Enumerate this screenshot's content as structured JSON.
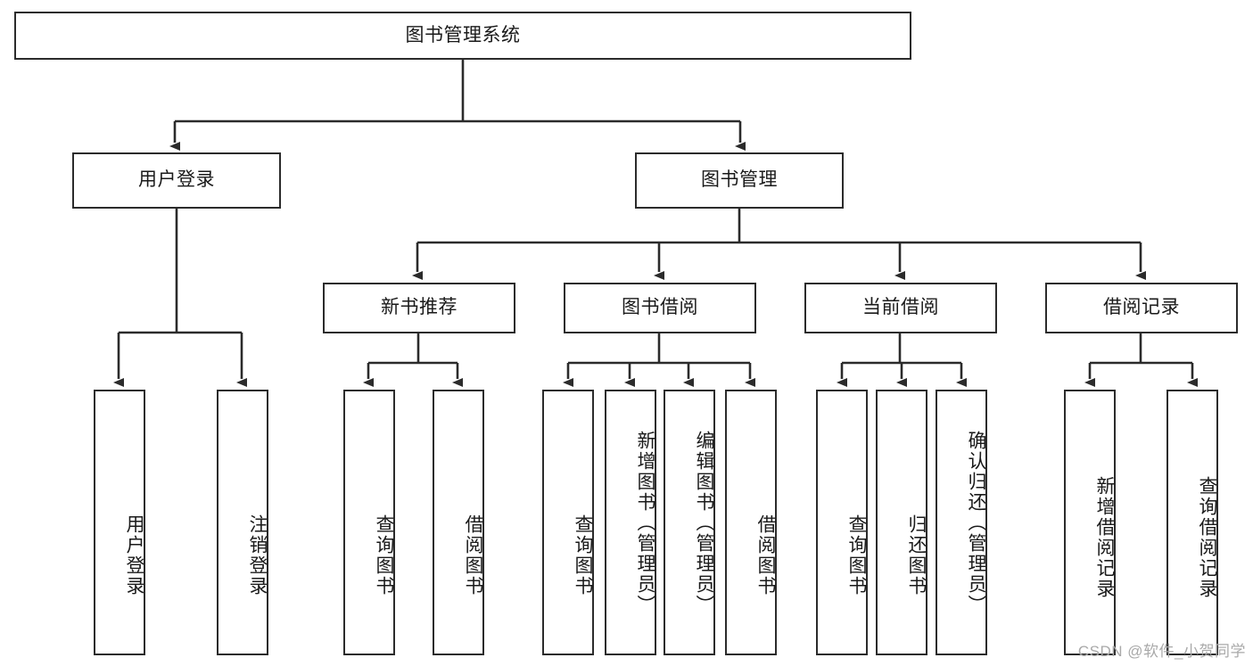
{
  "diagram": {
    "title_node": {
      "label": "图书管理系统"
    },
    "level2": [
      {
        "key": "user-login",
        "label": "用户登录"
      },
      {
        "key": "book-management",
        "label": "图书管理"
      }
    ],
    "level3": [
      {
        "key": "new-book-recommend",
        "label": "新书推荐"
      },
      {
        "key": "book-borrow",
        "label": "图书借阅"
      },
      {
        "key": "current-borrow",
        "label": "当前借阅"
      },
      {
        "key": "borrow-record",
        "label": "借阅记录"
      }
    ],
    "leaves": {
      "user_login": [
        {
          "key": "leaf-user-login",
          "label": "用户登录"
        },
        {
          "key": "leaf-logout-login",
          "label": "注销登录"
        }
      ],
      "new_book_recommend": [
        {
          "key": "leaf-query-book-1",
          "label": "查询图书"
        },
        {
          "key": "leaf-borrow-book-1",
          "label": "借阅图书"
        }
      ],
      "book_borrow": [
        {
          "key": "leaf-query-book-2",
          "label": "查询图书"
        },
        {
          "key": "leaf-add-book",
          "label": "新增图书（管理员）"
        },
        {
          "key": "leaf-edit-book",
          "label": "编辑图书（管理员）"
        },
        {
          "key": "leaf-borrow-book-2",
          "label": "借阅图书"
        }
      ],
      "current_borrow": [
        {
          "key": "leaf-query-book-3",
          "label": "查询图书"
        },
        {
          "key": "leaf-return-book",
          "label": "归还图书"
        },
        {
          "key": "leaf-confirm-return",
          "label": "确认归还（管理员）"
        }
      ],
      "borrow_record": [
        {
          "key": "leaf-add-record",
          "label": "新增借阅记录"
        },
        {
          "key": "leaf-query-record",
          "label": "查询借阅记录"
        }
      ]
    },
    "watermark": "CSDN @软件_小贺同学",
    "colors": {
      "stroke": "#2b2b2b",
      "fill": "#ffffff",
      "text": "#1a1a1a",
      "watermark": "#a9a9a9"
    }
  }
}
